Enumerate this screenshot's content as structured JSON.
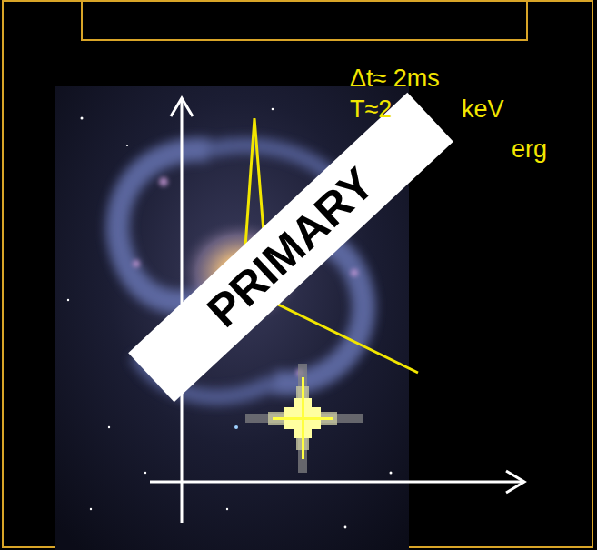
{
  "diagram": {
    "labels": [
      "PRIMARY",
      "Δt≈ 2ms",
      "T≈2",
      "keV",
      "erg"
    ]
  }
}
